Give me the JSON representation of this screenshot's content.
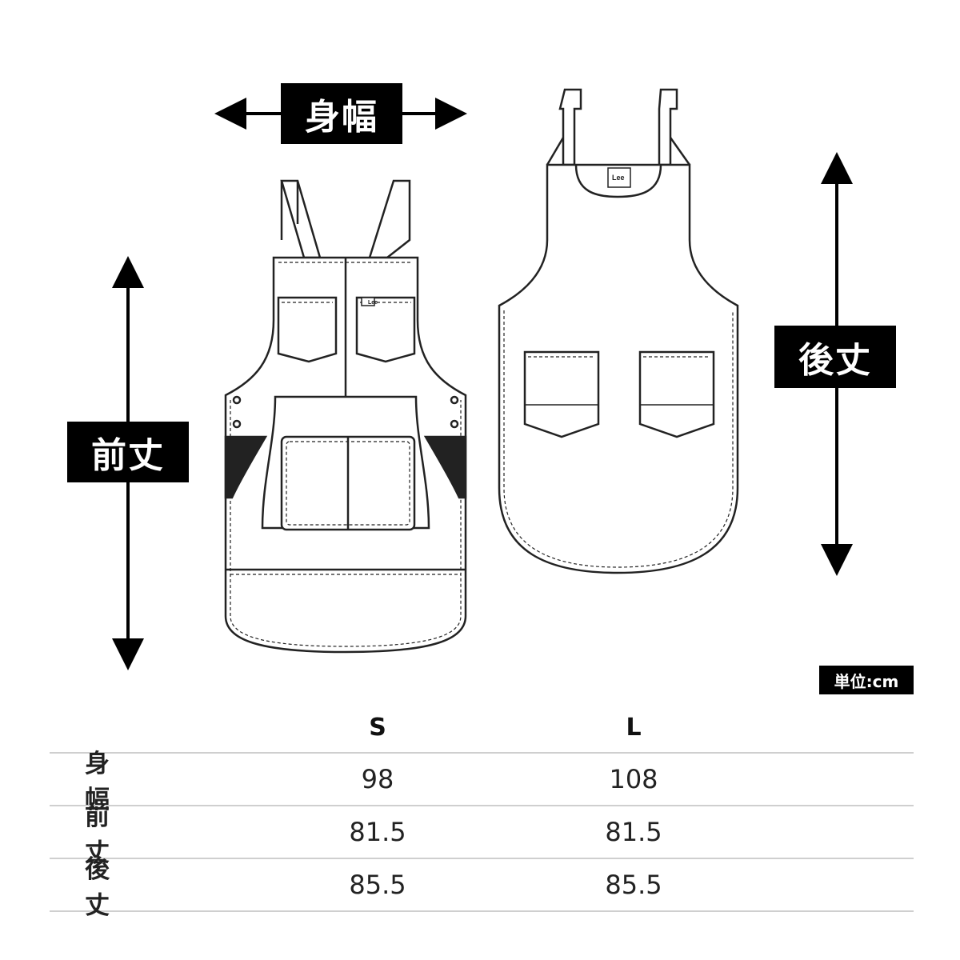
{
  "labels": {
    "body_width": "身幅",
    "front_length": "前丈",
    "back_length": "後丈",
    "logo_text": "Lee"
  },
  "unit_badge": "単位:cm",
  "table": {
    "columns": [
      "S",
      "L"
    ],
    "rows": [
      {
        "label": "身幅",
        "values": [
          "98",
          "108"
        ]
      },
      {
        "label": "前丈",
        "values": [
          "81.5",
          "81.5"
        ]
      },
      {
        "label": "後丈",
        "values": [
          "85.5",
          "85.5"
        ]
      }
    ]
  },
  "colors": {
    "ink": "#000000",
    "rule": "#cfcfcf",
    "text": "#222222"
  }
}
